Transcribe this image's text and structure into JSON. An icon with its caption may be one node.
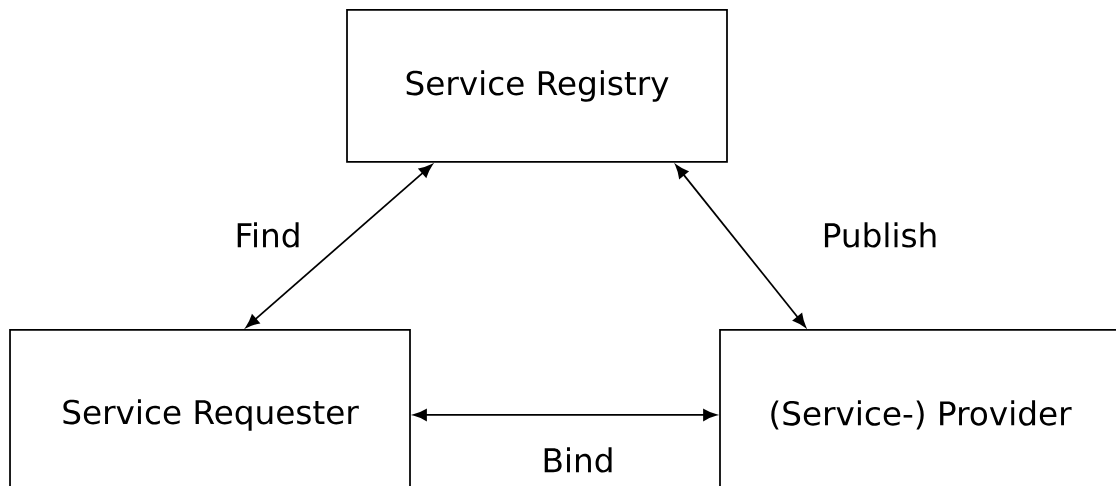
{
  "diagram": {
    "nodes": [
      {
        "text": [
          "Service Registry"
        ]
      },
      {
        "text": [
          "Service Requester"
        ]
      },
      {
        "text": [
          "(Service-) Provider"
        ]
      }
    ],
    "edges": [
      {
        "from": 1,
        "to": 0,
        "arrow": "both",
        "label": "Find"
      },
      {
        "from": 0,
        "to": 2,
        "arrow": "both",
        "label": "Publish"
      },
      {
        "from": 1,
        "to": 2,
        "arrow": "both",
        "label": "Bind"
      }
    ]
  }
}
